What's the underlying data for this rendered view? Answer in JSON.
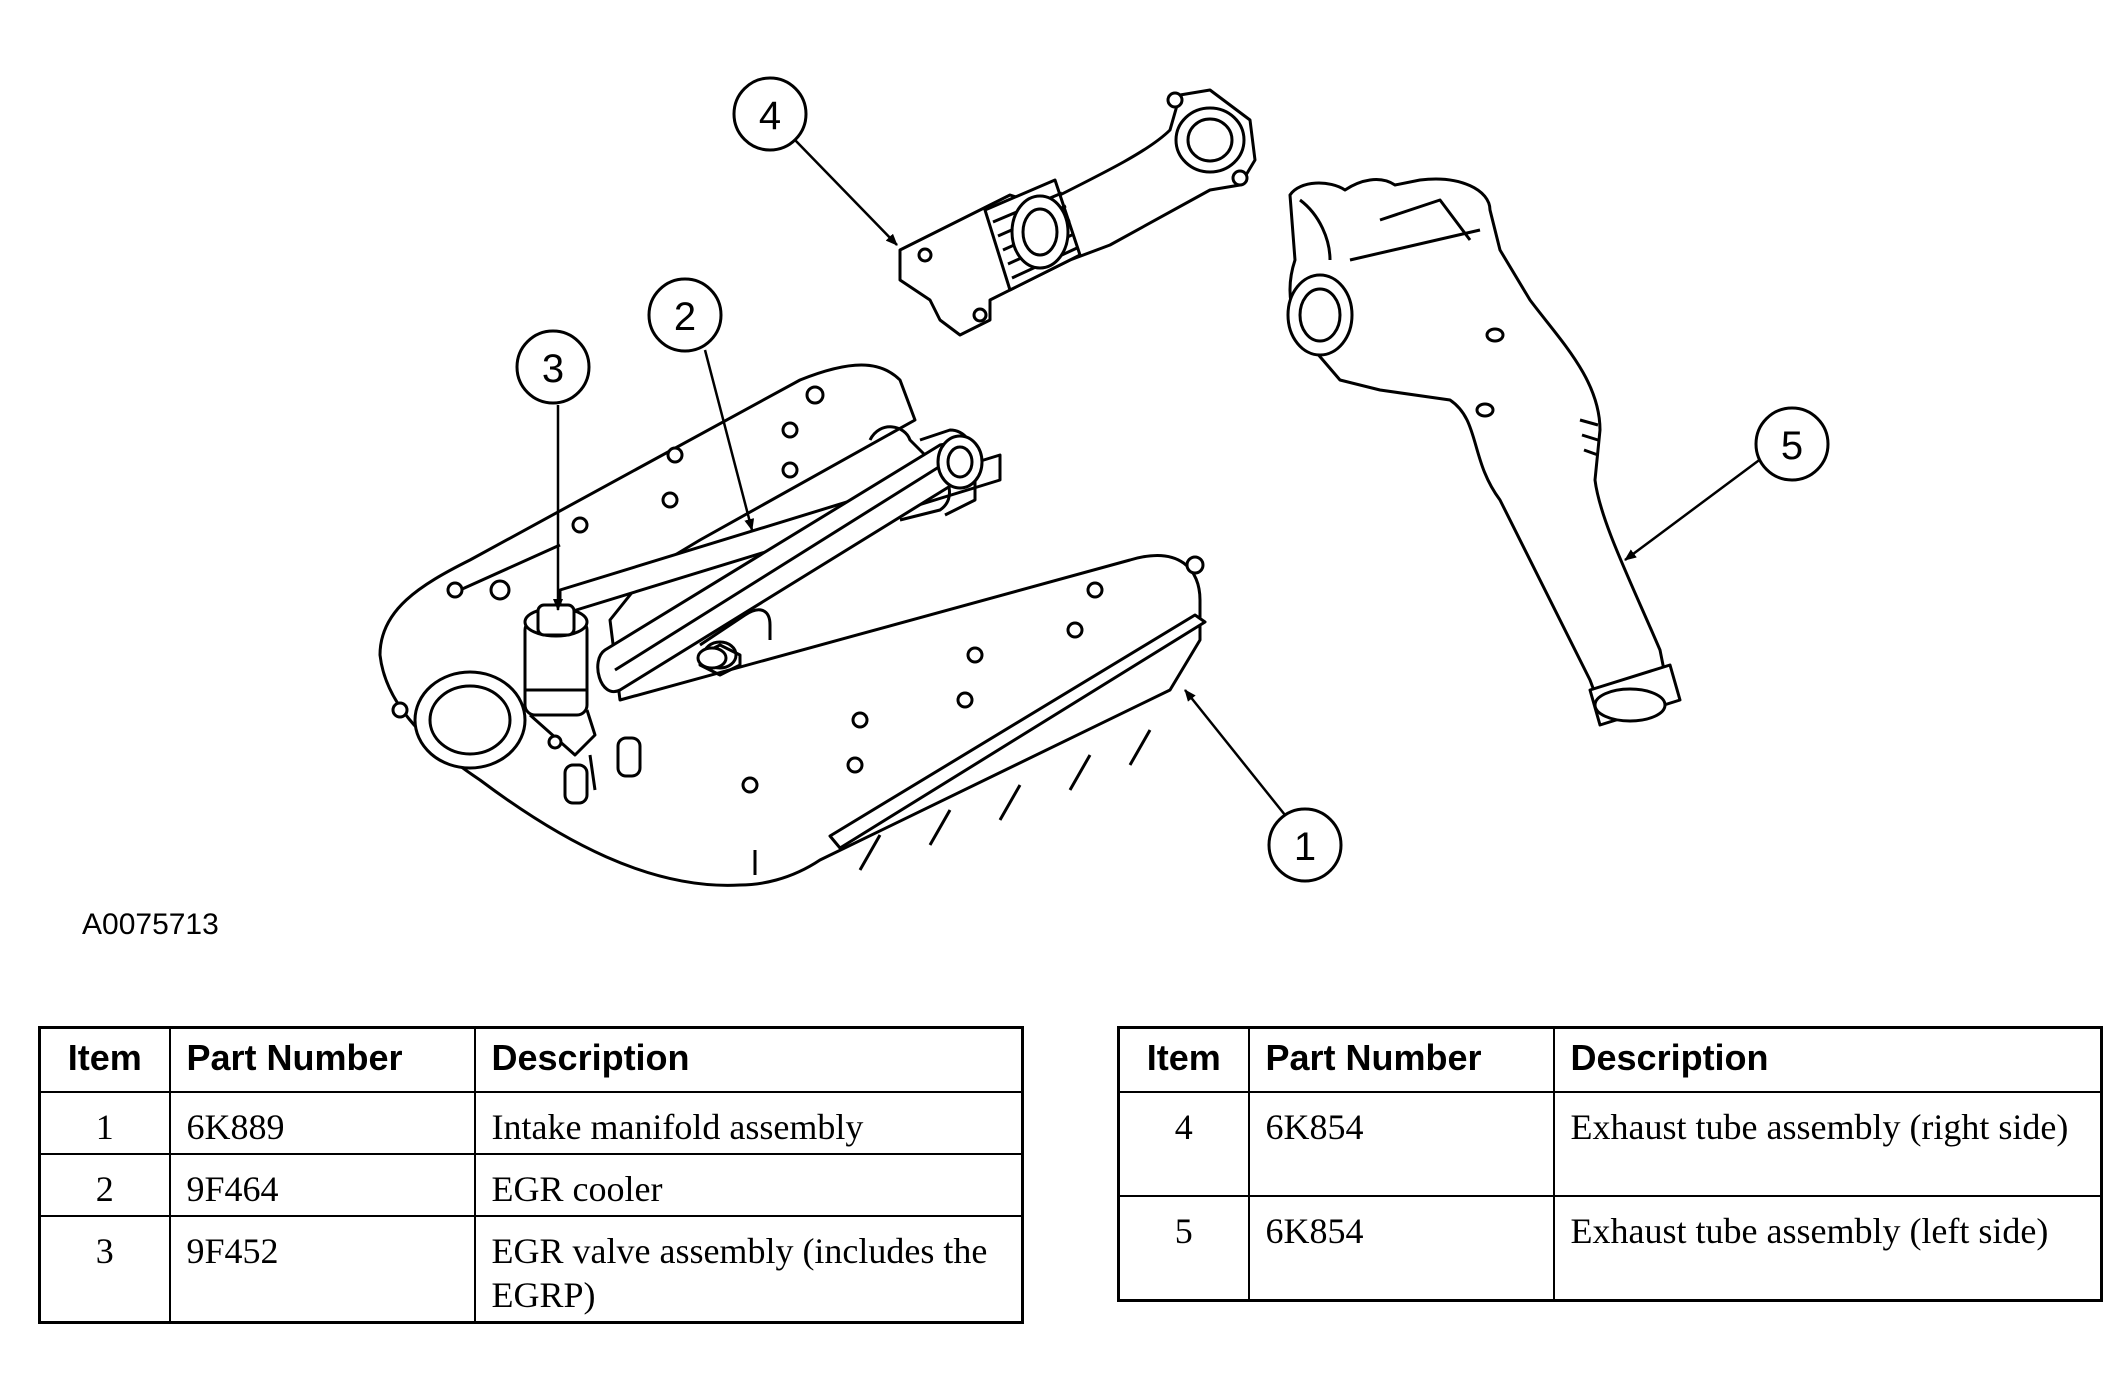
{
  "figure_id": "A0075713",
  "callouts": [
    "1",
    "2",
    "3",
    "4",
    "5"
  ],
  "tables": [
    {
      "headers": [
        "Item",
        "Part Number",
        "Description"
      ],
      "rows": [
        {
          "item": "1",
          "part_number": "6K889",
          "description": "Intake manifold assembly"
        },
        {
          "item": "2",
          "part_number": "9F464",
          "description": "EGR cooler"
        },
        {
          "item": "3",
          "part_number": "9F452",
          "description": "EGR valve assembly (includes the EGRP)"
        }
      ]
    },
    {
      "headers": [
        "Item",
        "Part Number",
        "Description"
      ],
      "rows": [
        {
          "item": "4",
          "part_number": "6K854",
          "description": "Exhaust tube assembly (right side)"
        },
        {
          "item": "5",
          "part_number": "6K854",
          "description": "Exhaust tube assembly (left side)"
        }
      ]
    }
  ]
}
